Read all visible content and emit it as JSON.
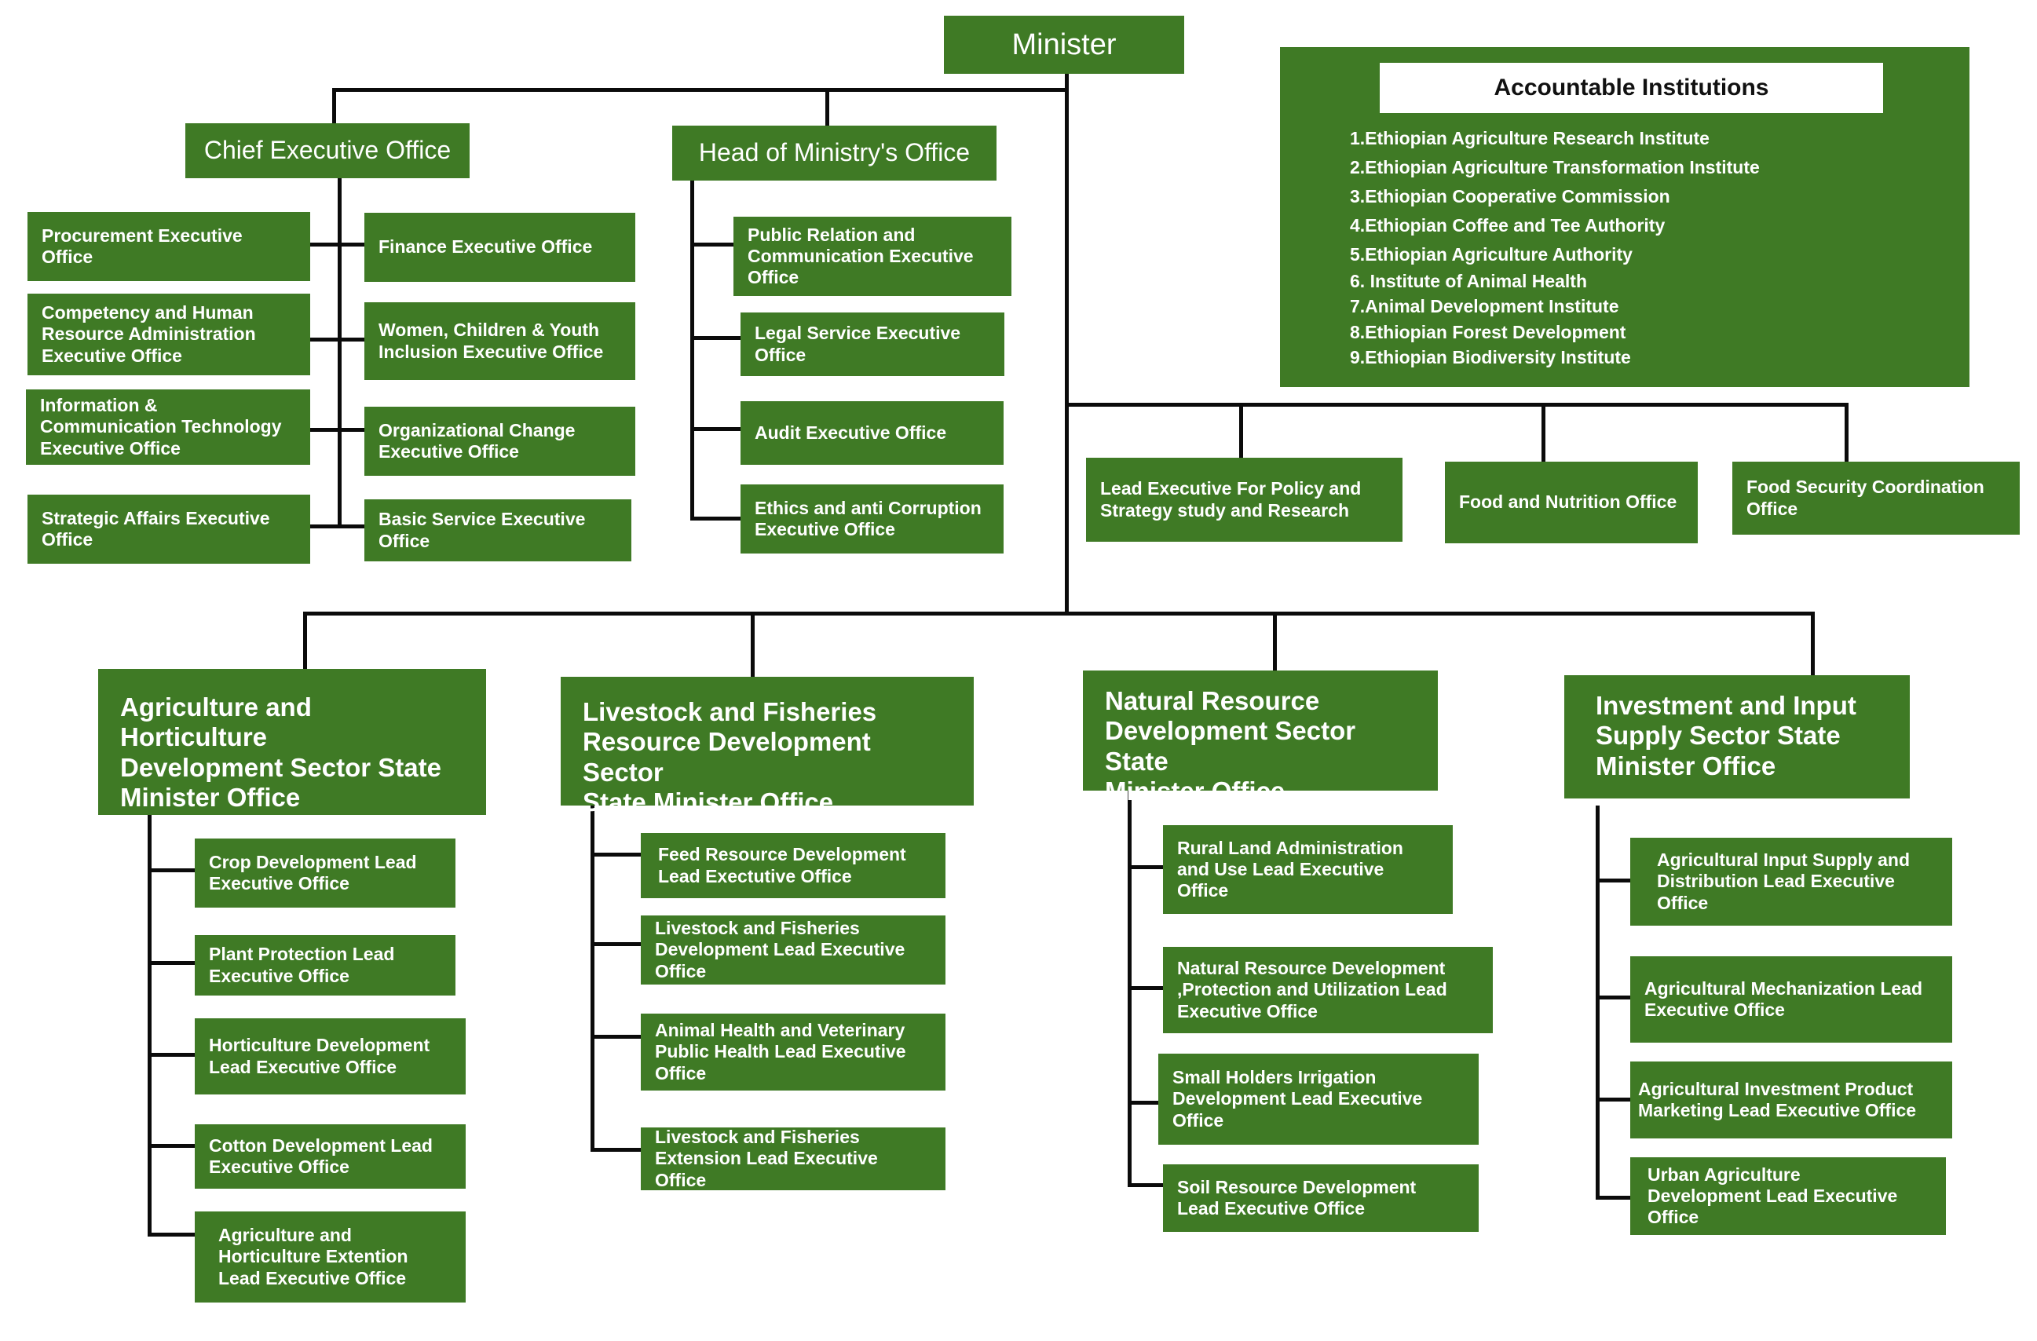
{
  "colors": {
    "box_green": "#3f7a25",
    "line": "#0b0b0b",
    "background": "#ffffff",
    "title_bg": "#ffffff"
  },
  "minister": "Minister",
  "accountable_institutions": {
    "title": "Accountable Institutions",
    "items": [
      "1.Ethiopian Agriculture Research Institute",
      "2.Ethiopian Agriculture Transformation Institute",
      "3.Ethiopian Cooperative Commission",
      "4.Ethiopian Coffee and Tee Authority",
      "5.Ethiopian Agriculture Authority",
      "6. Institute of Animal Health",
      "7.Animal Development Institute",
      "8.Ethiopian Forest Development",
      "9.Ethiopian Biodiversity Institute"
    ]
  },
  "chief_executive_office": {
    "title": "Chief Executive Office",
    "left": [
      "Procurement Executive\nOffice",
      "Competency and Human\nResource Administration\nExecutive Office",
      "Information &\nCommunication Technology\nExecutive Office",
      "Strategic Affairs Executive\nOffice"
    ],
    "right": [
      "Finance Executive Office",
      "Women, Children & Youth\nInclusion Executive Office",
      "Organizational Change\nExecutive Office",
      "Basic Service Executive\nOffice"
    ]
  },
  "head_of_ministry_office": {
    "title": "Head of Ministry's Office",
    "items": [
      "Public Relation and\nCommunication Executive\nOffice",
      "Legal Service Executive\nOffice",
      "Audit Executive Office",
      "Ethics and anti Corruption\nExecutive Office"
    ]
  },
  "direct_offices": [
    "Lead  Executive For Policy and\nStrategy study and Research",
    "Food and Nutrition Office",
    "Food Security Coordination\nOffice"
  ],
  "state_ministers": [
    {
      "title": "Agriculture and Horticulture\nDevelopment Sector State\nMinister Office",
      "items": [
        "Crop Development Lead\nExecutive Office",
        "Plant Protection Lead\nExecutive Office",
        "Horticulture Development\nLead Executive Office",
        "Cotton Development Lead\nExecutive Office",
        "Agriculture and\nHorticulture Extention\nLead Executive Office"
      ]
    },
    {
      "title": "Livestock and Fisheries\nResource Development Sector\nState Minister Office",
      "items": [
        "Feed Resource Development\nLead Exectutive Office",
        "Livestock and Fisheries\nDevelopment Lead Executive\nOffice",
        "Animal Health and Veterinary\nPublic Health Lead Executive\nOffice",
        "Livestock and Fisheries\nExtension Lead Executive Office"
      ]
    },
    {
      "title": "Natural Resource\nDevelopment Sector State\nMinister Office",
      "items": [
        "Rural Land Administration\nand Use Lead Executive\nOffice",
        "Natural Resource Development\n,Protection and Utilization Lead\nExecutive Office",
        "Small Holders Irrigation\nDevelopment Lead Executive\nOffice",
        "Soil Resource Development\nLead Executive Office"
      ]
    },
    {
      "title": "Investment and Input\nSupply Sector State\nMinister Office",
      "items": [
        "Agricultural Input Supply and\nDistribution Lead Executive\nOffice",
        "Agricultural Mechanization Lead\nExecutive Office",
        "Agricultural Investment Product\nMarketing Lead Executive  Office",
        "Urban Agriculture\nDevelopment Lead Executive\nOffice"
      ]
    }
  ]
}
